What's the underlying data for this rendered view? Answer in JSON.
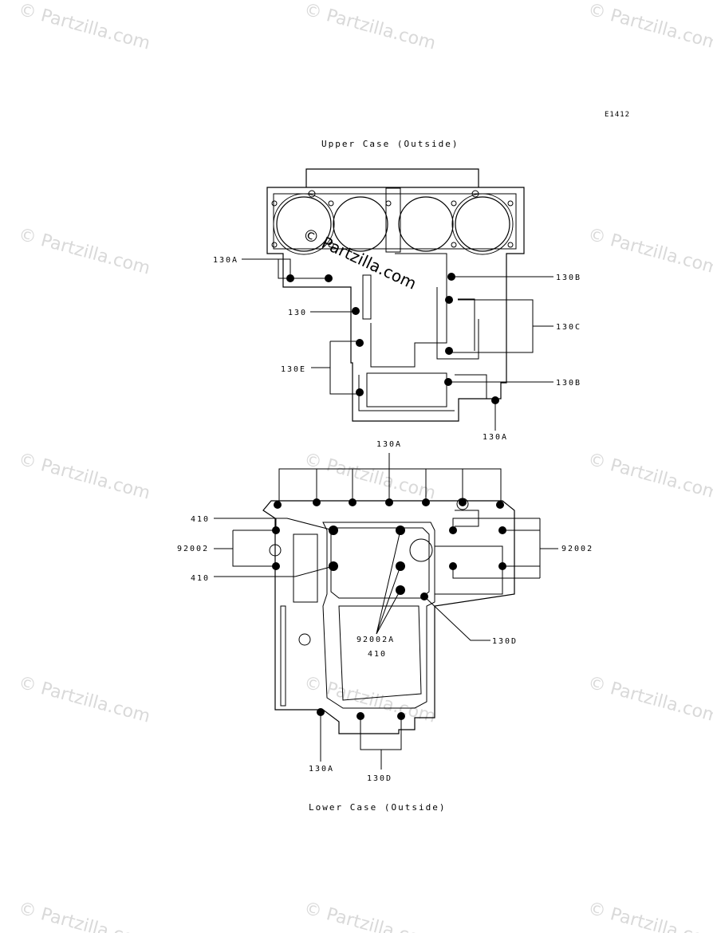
{
  "ref_code": "E1412",
  "watermark_text": "© Partzilla.com",
  "upper_case": {
    "title": "Upper Case (Outside)",
    "callouts": [
      "130A",
      "130",
      "130E",
      "130B",
      "130C",
      "130B",
      "130A"
    ]
  },
  "lower_case": {
    "title": "Lower Case (Outside)",
    "callouts": [
      "130A",
      "410",
      "92002",
      "410",
      "92002",
      "92002A",
      "410",
      "130D",
      "130A",
      "130D"
    ]
  },
  "colors": {
    "line": "#000000",
    "watermark": "#d9d9d9",
    "background": "#ffffff"
  }
}
